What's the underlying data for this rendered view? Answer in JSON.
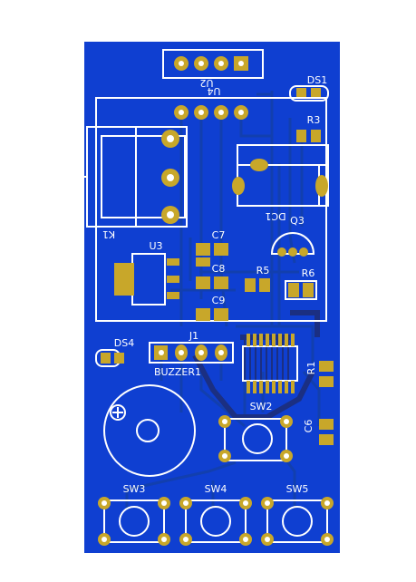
{
  "board": {
    "colors": {
      "background": "#ffffff",
      "copper_fill": "#0f3fd1",
      "copper_trace": "#123fae",
      "dark_trace": "#1b2f82",
      "pad": "#c8a72a",
      "pad_hole": "#ffffff",
      "silkscreen": "#ffffff"
    },
    "labels": {
      "u4": "U4",
      "u2": "U2",
      "ds1": "DS1",
      "r3": "R3",
      "k1": "K1",
      "dc1": "DC1",
      "q3": "Q3",
      "u3": "U3",
      "c7": "C7",
      "c8": "C8",
      "c9": "C9",
      "r5": "R5",
      "r6": "R6",
      "j1": "J1",
      "ds4": "DS4",
      "buzzer1": "BUZZER1",
      "r1": "R1",
      "sw2": "SW2",
      "c6": "C6",
      "sw3": "SW3",
      "sw4": "SW4",
      "sw5": "SW5"
    }
  }
}
